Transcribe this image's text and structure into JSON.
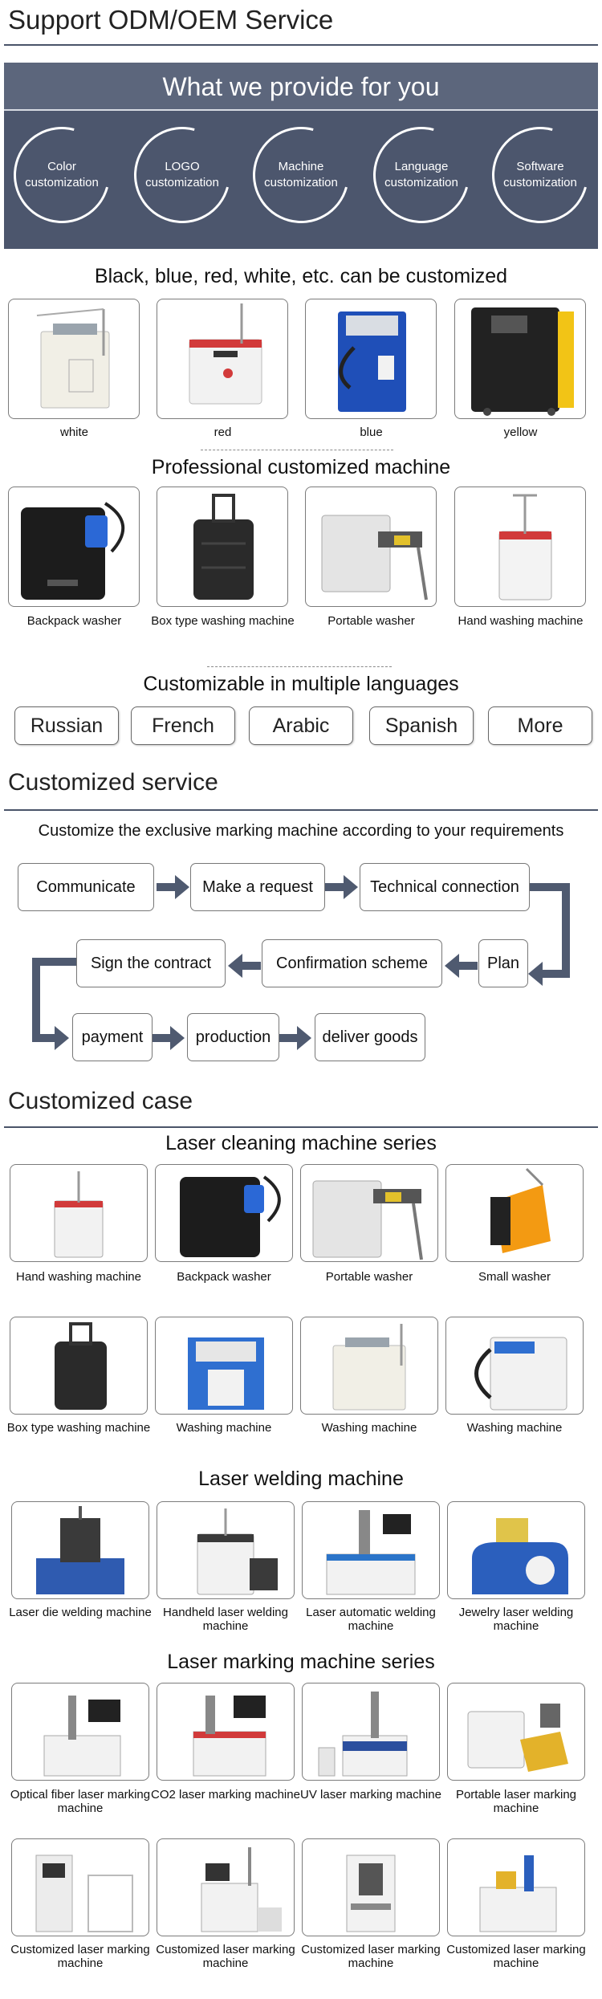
{
  "header": {
    "title": "Support ODM/OEM Service"
  },
  "banner": {
    "title": "What we provide for you",
    "items": [
      {
        "label": "Color customization"
      },
      {
        "label": "LOGO customization"
      },
      {
        "label": "Machine customization"
      },
      {
        "label": "Language customization"
      },
      {
        "label": "Software customization"
      }
    ]
  },
  "colors_section": {
    "title": "Black, blue, red, white, etc. can be customized",
    "items": [
      {
        "label": "white"
      },
      {
        "label": "red"
      },
      {
        "label": "blue"
      },
      {
        "label": "yellow"
      }
    ]
  },
  "professional_section": {
    "title": "Professional customized machine",
    "items": [
      {
        "label": "Backpack washer"
      },
      {
        "label": "Box type washing machine"
      },
      {
        "label": "Portable washer"
      },
      {
        "label": "Hand washing machine"
      }
    ]
  },
  "languages_section": {
    "title": "Customizable in multiple languages",
    "items": [
      "Russian",
      "French",
      "Arabic",
      "Spanish",
      "More"
    ]
  },
  "service_section": {
    "title": "Customized service",
    "subtitle": "Customize the exclusive marking machine according to your requirements",
    "steps": [
      "Communicate",
      "Make a request",
      "Technical connection",
      "Plan",
      "Confirmation scheme",
      "Sign the contract",
      "payment",
      "production",
      "deliver goods"
    ]
  },
  "case_section": {
    "title": "Customized case",
    "cleaning": {
      "title": "Laser cleaning machine series",
      "row1": [
        "Hand washing machine",
        "Backpack washer",
        "Portable washer",
        "Small washer"
      ],
      "row2": [
        "Box type washing machine",
        "Washing machine",
        "Washing machine",
        "Washing machine"
      ]
    },
    "welding": {
      "title": "Laser welding machine",
      "items": [
        "Laser die welding machine",
        "Handheld laser welding machine",
        "Laser automatic welding machine",
        "Jewelry laser welding machine"
      ]
    },
    "marking": {
      "title": "Laser marking machine series",
      "row1": [
        "Optical fiber laser marking machine",
        "CO2 laser marking machine",
        "UV laser marking machine",
        "Portable laser marking machine"
      ],
      "row2": [
        "Customized laser marking machine",
        "Customized laser marking machine",
        "Customized laser marking machine",
        "Customized laser marking machine"
      ]
    }
  }
}
